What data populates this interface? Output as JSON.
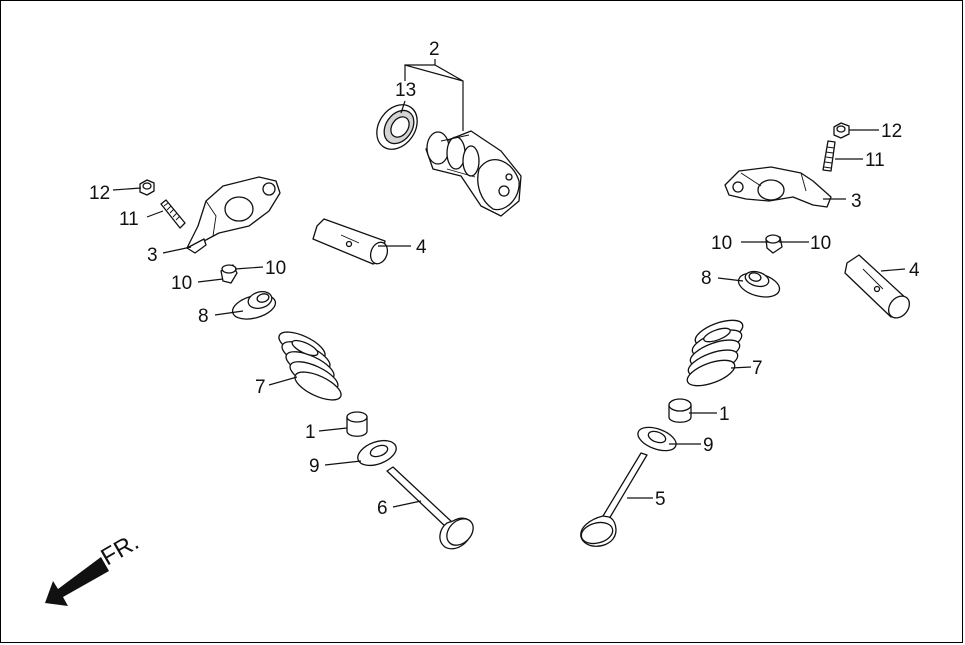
{
  "callouts": {
    "c2": "2",
    "c13": "13",
    "c12_left": "12",
    "c11_left": "11",
    "c3_left": "3",
    "c4_left": "4",
    "c10_left_a": "10",
    "c10_left_b": "10",
    "c8_left": "8",
    "c7_left": "7",
    "c1_left": "1",
    "c9_left": "9",
    "c6": "6",
    "c12_right": "12",
    "c11_right": "11",
    "c3_right": "3",
    "c10_right_a": "10",
    "c10_right_b": "10",
    "c4_right": "4",
    "c8_right": "8",
    "c7_right": "7",
    "c1_right": "1",
    "c9_right": "9",
    "c5": "5"
  },
  "front_indicator": {
    "text": "FR.",
    "icon": "front-arrow-icon"
  }
}
